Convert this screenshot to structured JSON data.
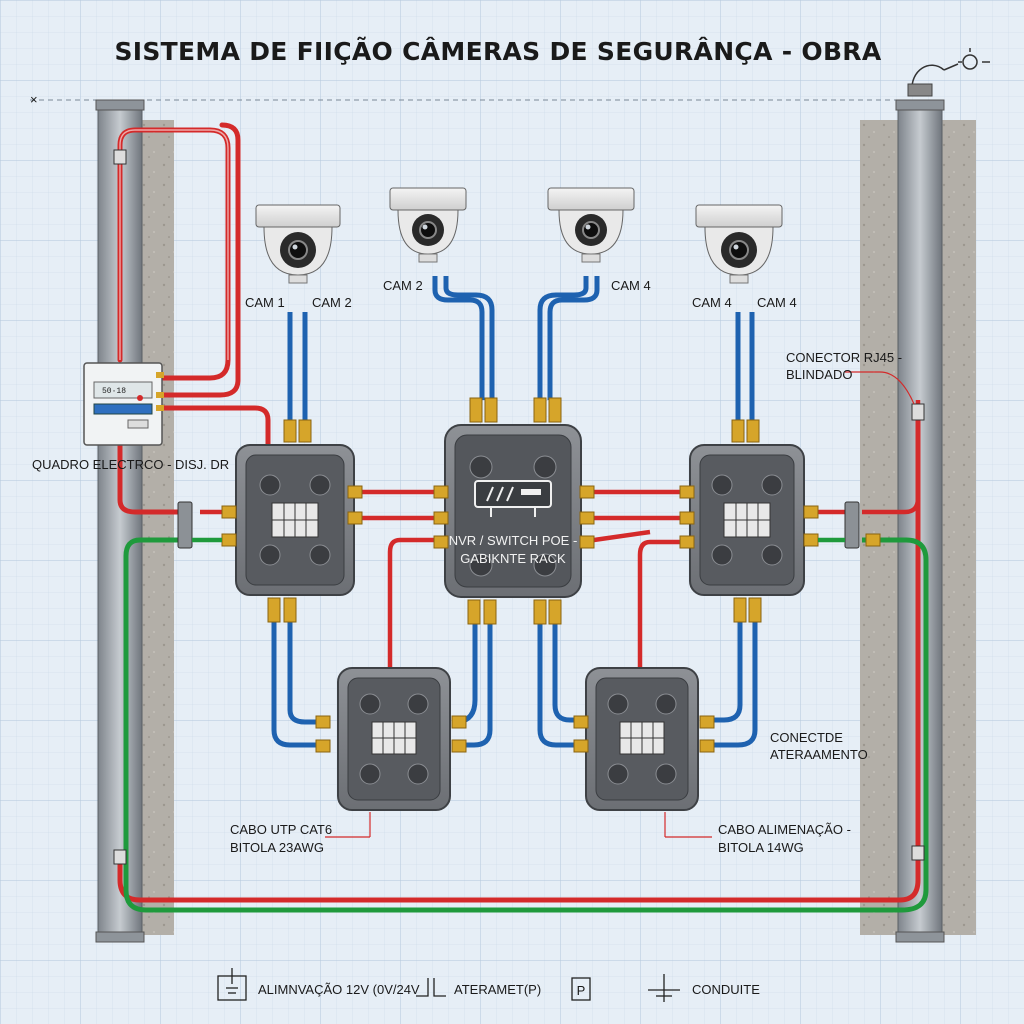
{
  "title": "SISTEMA DE FIIÇÃO CÂMERAS DE SEGURÂNÇA - OBRA",
  "cameras": [
    {
      "label": "CAM 1"
    },
    {
      "label": "CAM 2"
    },
    {
      "label": "CAM 2"
    },
    {
      "label": "CAM 4"
    },
    {
      "label": "CAM 4"
    },
    {
      "label": "CAM 4"
    }
  ],
  "panel": {
    "label": "QUADRO ELECTRCO - DISJ. DR",
    "display": "50·18"
  },
  "nvr": {
    "line1": "NVR / SWITCH POE -",
    "line2": "GABIKNTE RACK"
  },
  "callouts": {
    "rj45_line1": "CONECTOR RJ45 -",
    "rj45_line2": "BLINDADO",
    "ground_line1": "CONECTDE",
    "ground_line2": "ATERAAMENTO",
    "utp_line1": "CABO UTP CAT6",
    "utp_line2": "BITOLA 23AWG",
    "power_line1": "CABO ALIMENAÇÃO -",
    "power_line2": "BITOLA 14WG"
  },
  "legend": [
    {
      "text": "ALIMNVAÇÃO 12V (0V/24V",
      "icon": "power-supply-icon"
    },
    {
      "text": "ATERAMET(P)",
      "icon": "ground-symbol-icon"
    },
    {
      "text": "P",
      "icon": "p-box-icon"
    },
    {
      "text": "CONDUITE",
      "icon": "conduit-symbol-icon"
    }
  ],
  "colors": {
    "power": "#d42a2a",
    "data": "#1e62b0",
    "ground": "#1f9a3c",
    "box": "#4a4d52",
    "brass": "#d6a52a",
    "wall": "#a9a59e",
    "grid": "#c7d6e6"
  }
}
